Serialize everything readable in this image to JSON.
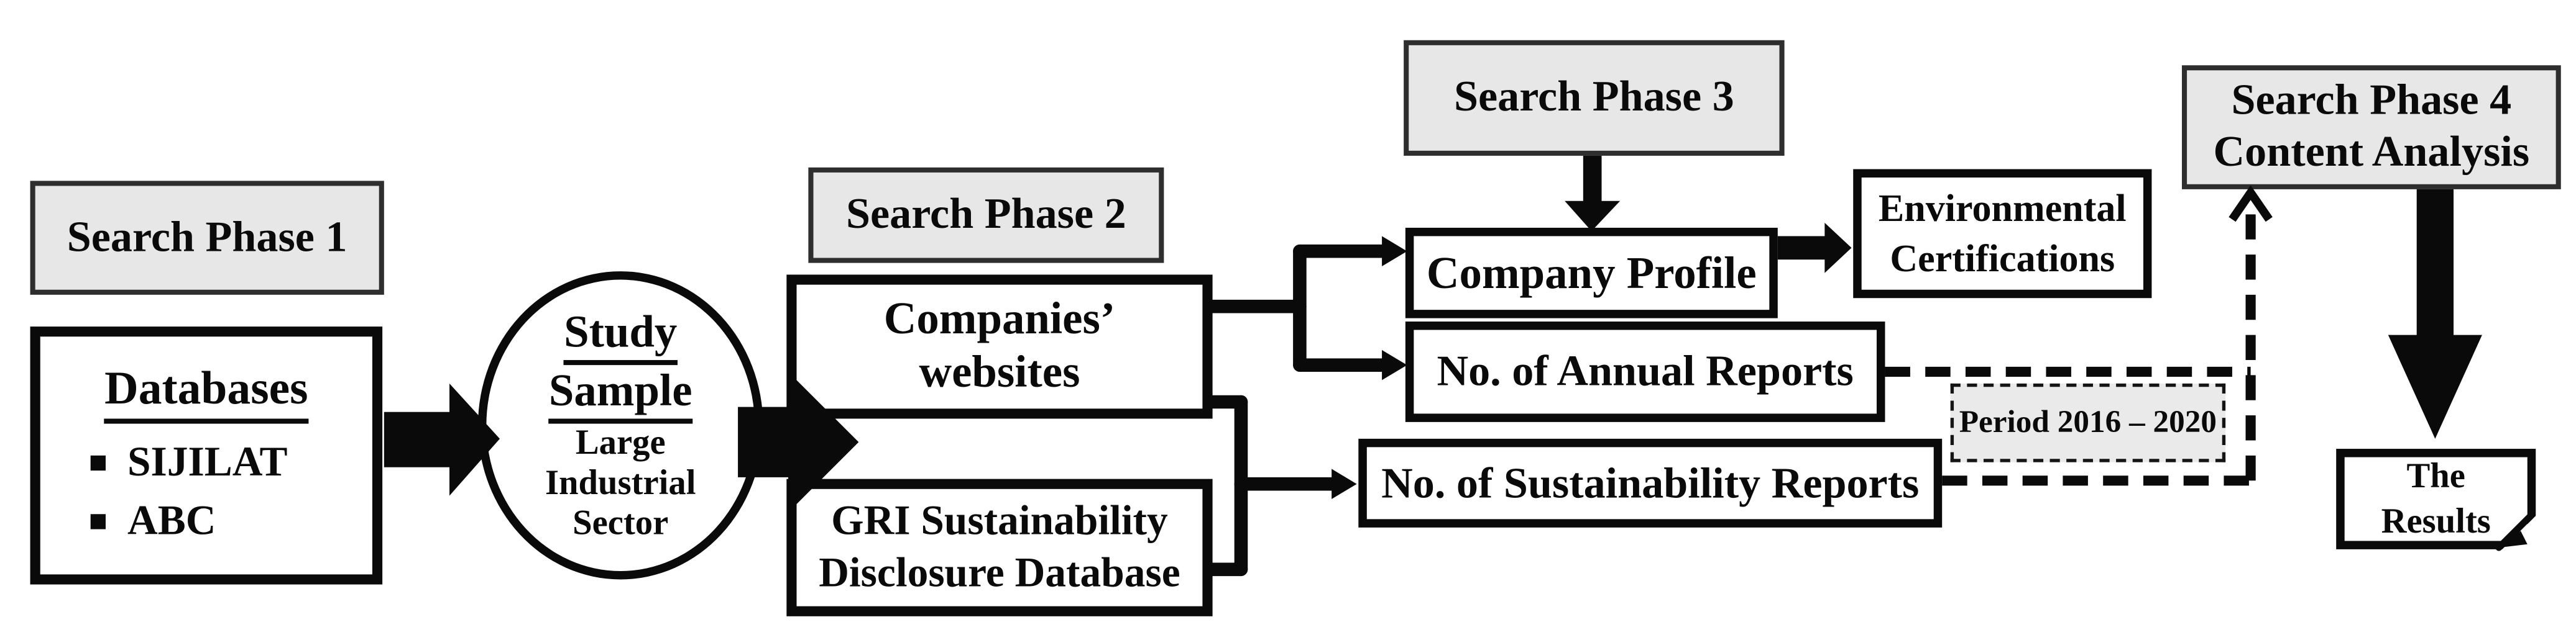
{
  "diagram": {
    "phase1": {
      "label": "Search Phase 1"
    },
    "databases": {
      "title": "Databases",
      "items": [
        "SIJILAT",
        "ABC"
      ]
    },
    "study_sample": {
      "title_line1": "Study",
      "title_line2": "Sample",
      "subtitle_line1": "Large",
      "subtitle_line2": "Industrial",
      "subtitle_line3": "Sector"
    },
    "phase2": {
      "label": "Search Phase 2"
    },
    "companies_websites": {
      "line1": "Companies’",
      "line2": "websites"
    },
    "gri_database": {
      "line1": "GRI Sustainability",
      "line2": "Disclosure Database"
    },
    "phase3": {
      "label": "Search Phase 3"
    },
    "company_profile": {
      "label": "Company Profile"
    },
    "environmental_certifications": {
      "line1": "Environmental",
      "line2": "Certifications"
    },
    "annual_reports": {
      "label": "No. of Annual Reports"
    },
    "sustainability_reports": {
      "label": "No. of Sustainability Reports"
    },
    "period": {
      "label": "Period 2016 – 2020"
    },
    "phase4": {
      "line1": "Search Phase 4",
      "line2": "Content Analysis"
    },
    "results": {
      "line1": "The",
      "line2": "Results"
    }
  },
  "colors": {
    "line_black": "#0a0a0a",
    "header_fill": "#e7e7e7",
    "header_border": "#2e2e2e",
    "period_fill": "#eaeaea",
    "box_fill": "#ffffff"
  }
}
